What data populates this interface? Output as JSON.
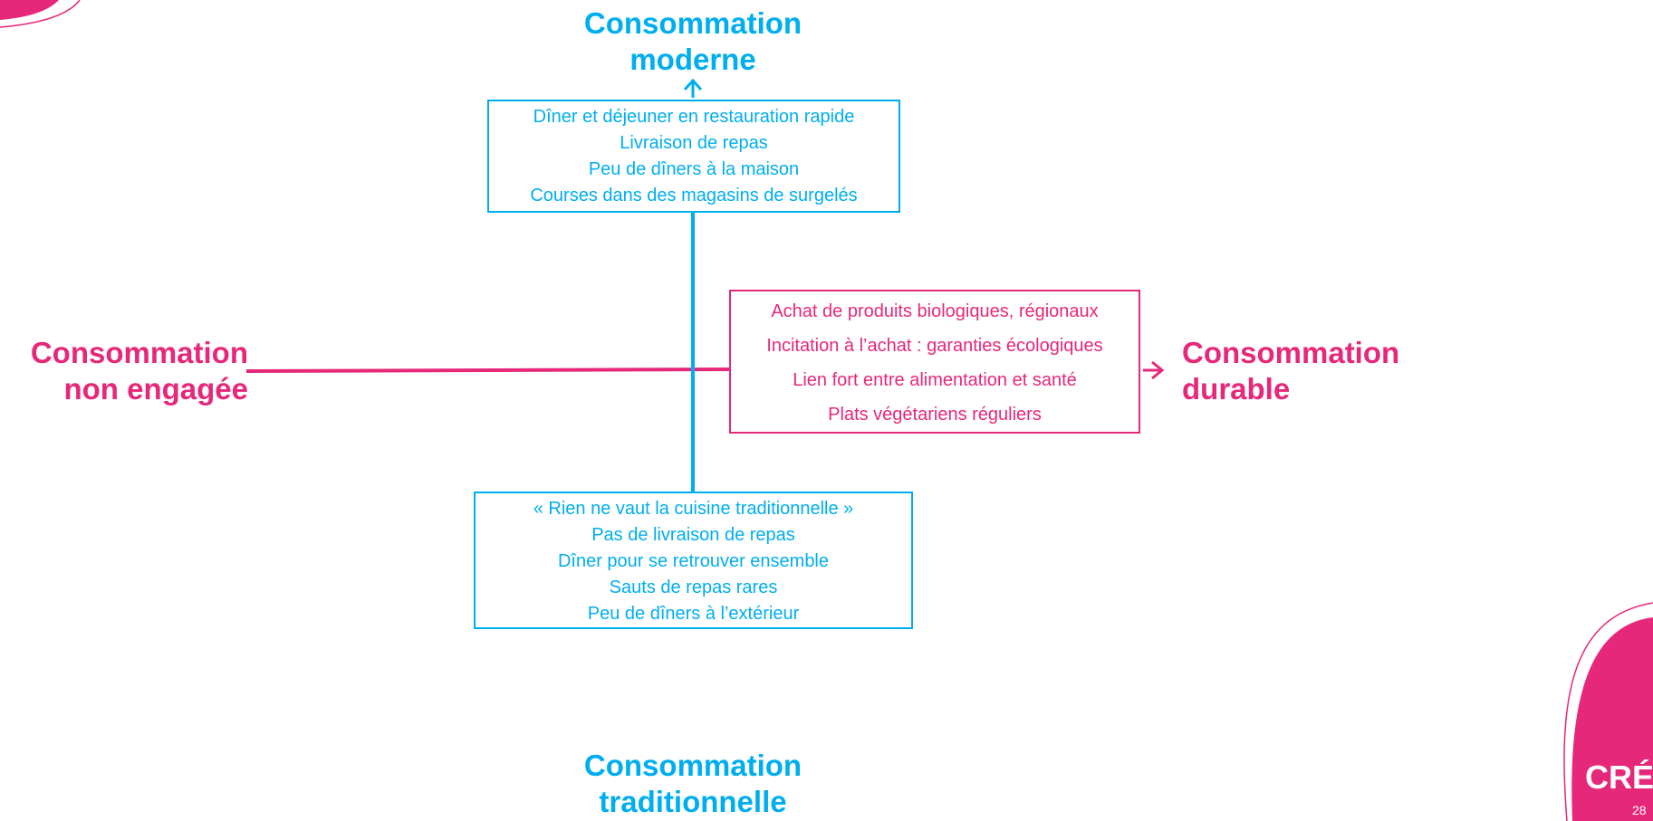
{
  "axes": {
    "top": {
      "lines": [
        "Consommation",
        "moderne"
      ]
    },
    "bottom": {
      "lines": [
        "Consommation",
        "traditionnelle"
      ]
    },
    "left": {
      "lines": [
        "Consommation",
        "non engagée"
      ]
    },
    "right": {
      "lines": [
        "Consommation",
        "durable"
      ]
    }
  },
  "boxes": {
    "modern": [
      "Dîner et déjeuner en restauration rapide",
      "Livraison de repas",
      "Peu de dîners à la maison",
      "Courses dans des magasins de surgelés"
    ],
    "durable": [
      "Achat de produits biologiques, régionaux",
      "Incitation à l’achat : garanties écologiques",
      "Lien fort entre alimentation et santé",
      "Plats végétariens réguliers"
    ],
    "traditional": [
      "« Rien ne vaut la cuisine traditionnelle »",
      "Pas de livraison de repas",
      "Dîner pour se retrouver ensemble",
      "Sauts de repas rares",
      "Peu de dîners à l’extérieur"
    ]
  },
  "footer": {
    "logo_text": "CRÉD",
    "page_number": "28"
  },
  "colors": {
    "blue": "#00AEEF",
    "pink": "#E6287A"
  }
}
